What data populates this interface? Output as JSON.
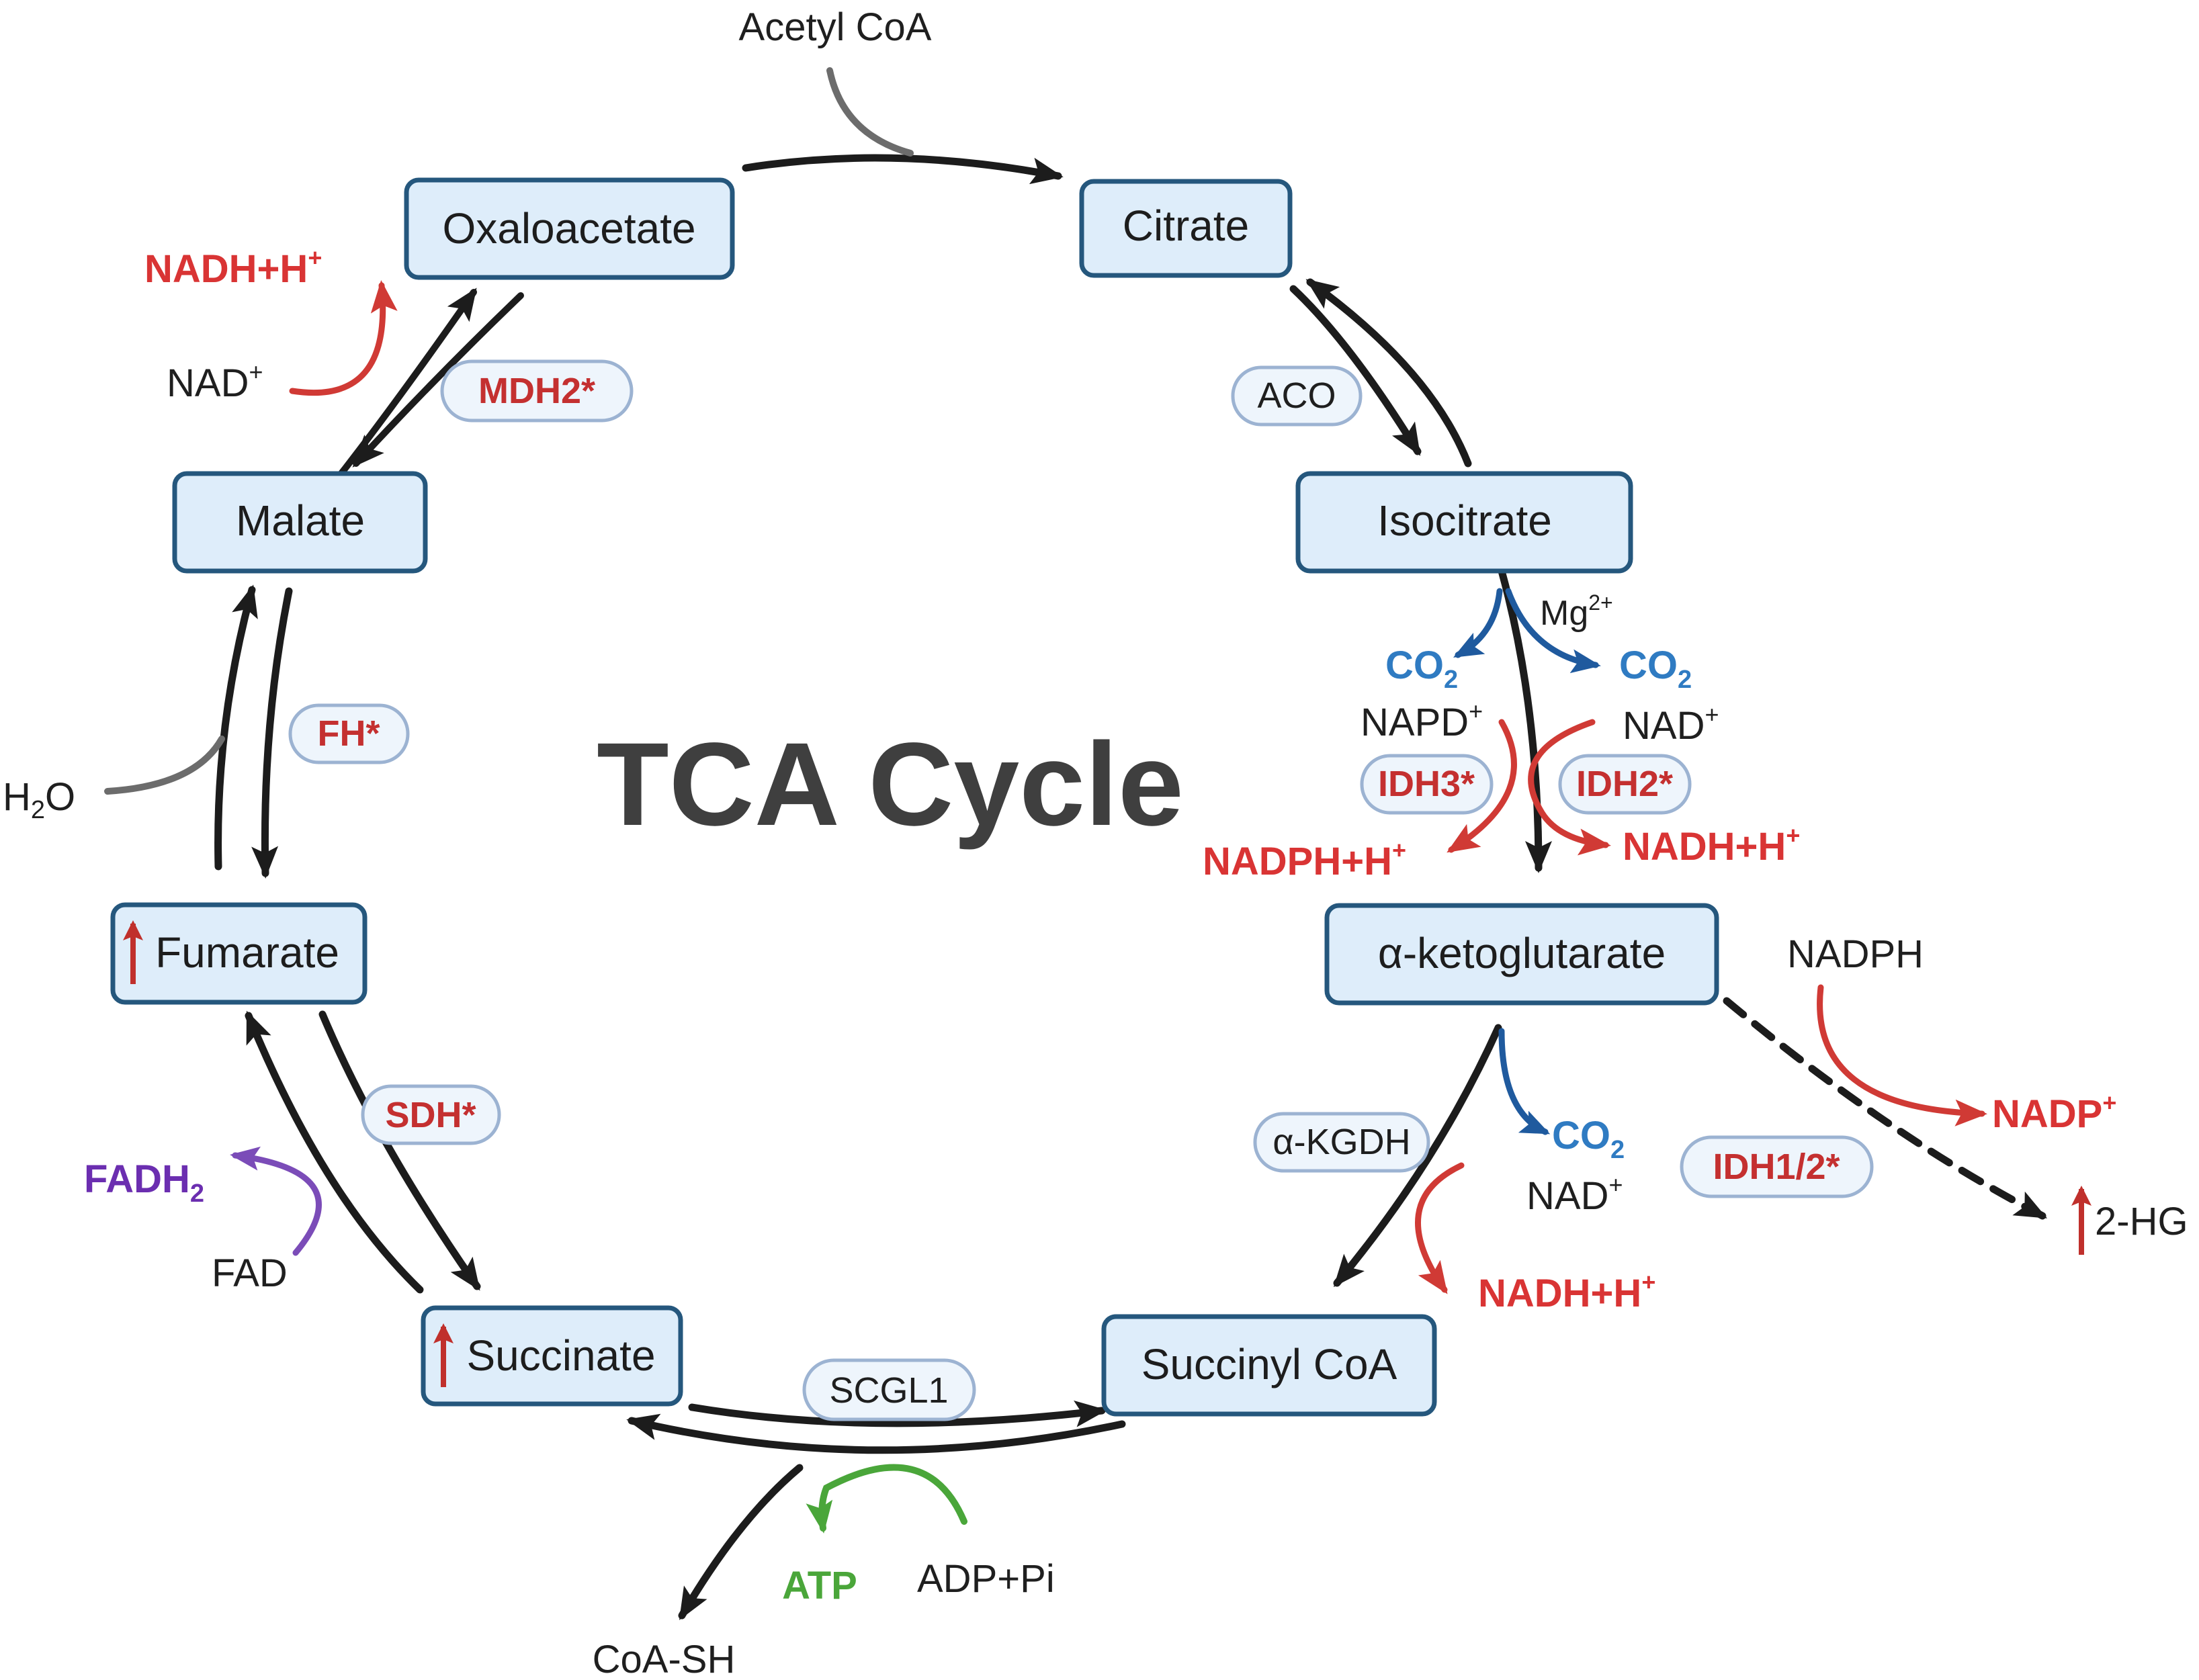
{
  "title": "TCA Cycle",
  "metabolites": {
    "citrate": "Citrate",
    "isocitrate": "Isocitrate",
    "akg": "α-ketoglutarate",
    "succinyl_coa": "Succinyl CoA",
    "succinate": "Succinate",
    "fumarate": "Fumarate",
    "malate": "Malate",
    "oxaloacetate": "Oxaloacetate"
  },
  "enzymes": {
    "aco": "ACO",
    "idh3": "IDH3*",
    "idh2": "IDH2*",
    "akgdh": "α-KGDH",
    "scgl1": "SCGL1",
    "sdh": "SDH*",
    "fh": "FH*",
    "mdh2": "MDH2*",
    "idh12": "IDH1/2*"
  },
  "cofactors": {
    "acetyl_coa": "Acetyl CoA",
    "mg_base": "Mg",
    "mg_sup": "2+",
    "co2_base": "CO",
    "co2_sub": "2",
    "napd_base": "NAPD",
    "nad_base": "NAD",
    "plus_sup": "+",
    "nadph_h_base": "NADPH+H",
    "nadh_h_base": "NADH+H",
    "nadph": "NADPH",
    "nadp_base": "NADP",
    "two_hg": "2-HG",
    "coa_sh": "CoA-SH",
    "atp": "ATP",
    "adp_pi": "ADP+Pi",
    "fad": "FAD",
    "fadh2_base": "FADH",
    "fadh2_sub": "2",
    "h2o_h": "H",
    "h2o_sub": "2",
    "h2o_o": "O"
  },
  "colors": {
    "node_fill": "#deedfa",
    "node_stroke": "#25577d",
    "enzyme_fill": "#eef5fc",
    "enzyme_stroke": "#9cb3d2",
    "red": "#d93434",
    "blue": "#2f7bc2",
    "purple": "#6b2eb0",
    "green": "#4aa63a",
    "black": "#1c1c1c",
    "up_arrow": "#c0302c"
  },
  "upregulated": [
    "fumarate",
    "succinate",
    "two_hg"
  ]
}
